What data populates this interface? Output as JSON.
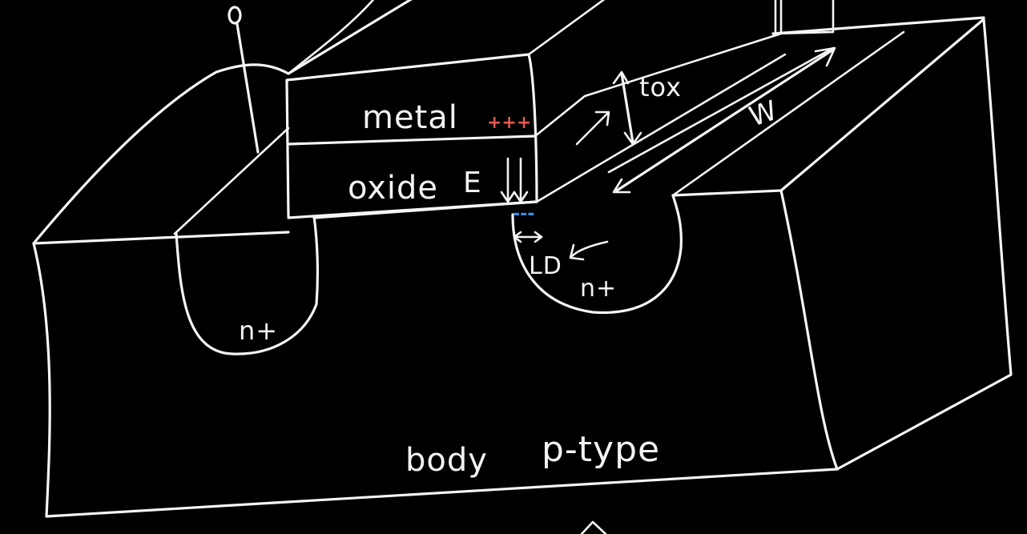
{
  "labels": {
    "gate_material": "metal",
    "gate_insulator": "oxide",
    "field_symbol": "E",
    "oxide_thickness": "tox",
    "width": "W",
    "overlap_length": "LD",
    "source_doping": "n+",
    "drain_doping": "n+",
    "body": "body",
    "body_type": "p-type"
  },
  "charges": {
    "gate_charge": "+++",
    "channel_charge": "---"
  },
  "colors": {
    "background": "#000000",
    "ink": "#f5f5f5",
    "positive_charge": "#e0574f",
    "negative_charge": "#3a8ee6"
  }
}
